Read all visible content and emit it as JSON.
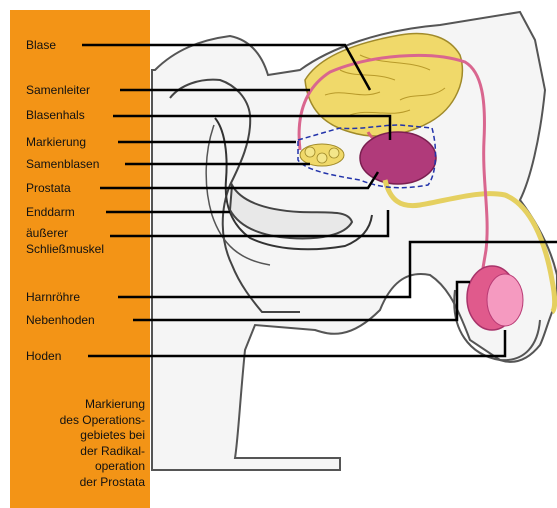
{
  "labels": [
    {
      "id": "blase",
      "text": "Blase"
    },
    {
      "id": "samenleiter",
      "text": "Samenleiter"
    },
    {
      "id": "blasenhals",
      "text": "Blasenhals"
    },
    {
      "id": "markierung",
      "text": "Markierung"
    },
    {
      "id": "samenblasen",
      "text": "Samenblasen"
    },
    {
      "id": "prostata",
      "text": "Prostata"
    },
    {
      "id": "enddarm",
      "text": "Enddarm"
    },
    {
      "id": "schliessmuskel_1",
      "text": "äußerer"
    },
    {
      "id": "schliessmuskel_2",
      "text": "Schließmuskel"
    },
    {
      "id": "harnroehre",
      "text": "Harnröhre"
    },
    {
      "id": "nebenhoden",
      "text": "Nebenhoden"
    },
    {
      "id": "hoden",
      "text": "Hoden"
    }
  ],
  "note_lines": [
    "Markierung",
    "des Operations-",
    "gebietes bei",
    "der Radikal-",
    "operation",
    "der Prostata"
  ],
  "colors": {
    "panel": "#f39416",
    "bladder": "#f0d96a",
    "prostate": "#b03a7a",
    "vas": "#d9668f",
    "marking": "#2233aa",
    "testis": "#f06aa0"
  }
}
